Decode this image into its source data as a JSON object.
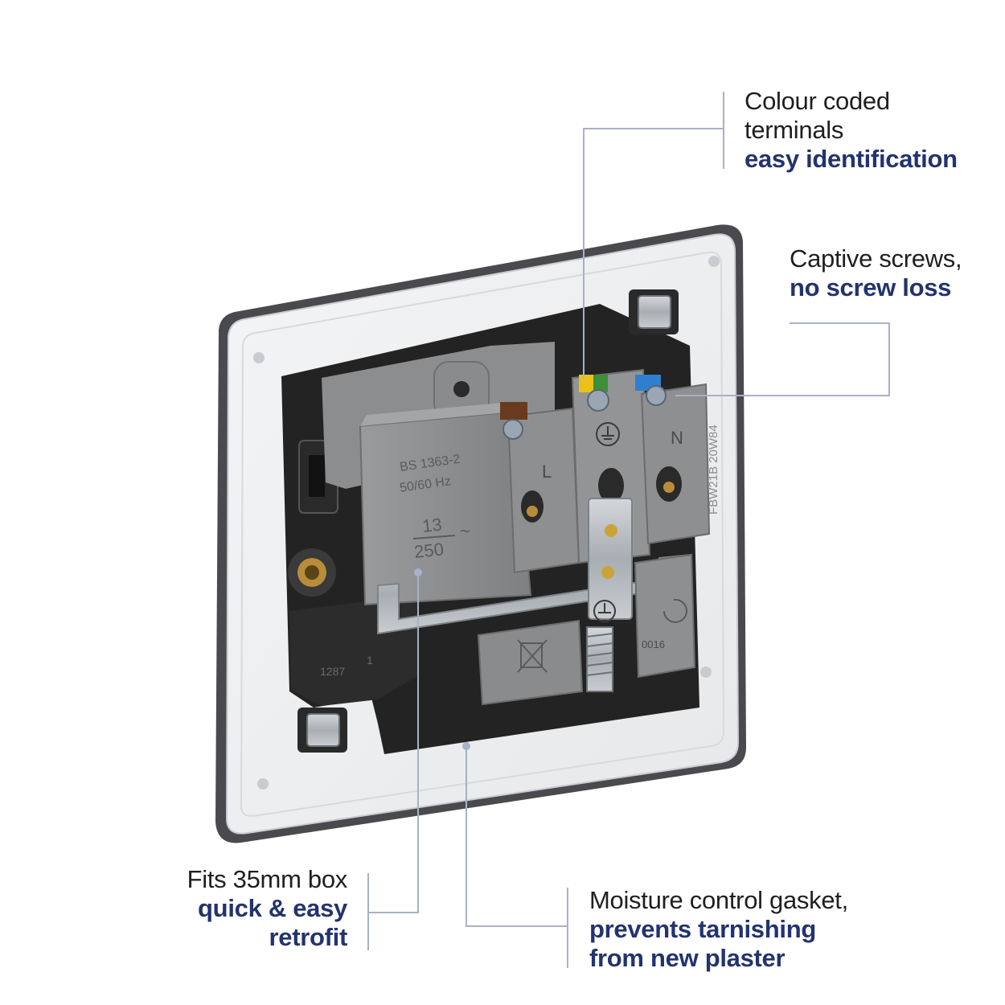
{
  "colors": {
    "leader_line": "#a9b0c8",
    "highlight": "#22336e",
    "text": "#1f1f1f",
    "plate": "#eef0f1",
    "module": "#8e8f91",
    "backbox": "#232323",
    "earth_green": "#3d8f3a",
    "earth_yellow": "#e8c21a",
    "neutral_blue": "#2f7fd0",
    "live_brown": "#6a3a1e"
  },
  "callouts": {
    "terminals": {
      "line1": "Colour coded",
      "line2": "terminals",
      "highlight": "easy identification"
    },
    "screws": {
      "line1": "Captive screws,",
      "highlight": "no screw loss"
    },
    "box": {
      "line1": "Fits 35mm box",
      "highlight1": "quick & easy",
      "highlight2": "retrofit"
    },
    "gasket": {
      "line1": "Moisture control gasket,",
      "highlight1": "prevents tarnishing",
      "highlight2": "from new plaster"
    }
  },
  "product_markings": {
    "standard": "BS 1363-2",
    "frequency": "50/60 Hz",
    "amps": "13",
    "volts": "250",
    "ac_symbol": "~",
    "live": "L",
    "neutral": "N",
    "serial": "FBW21B 20W84",
    "code": "0016",
    "mould_no": "1287",
    "mould_digit": "1"
  }
}
